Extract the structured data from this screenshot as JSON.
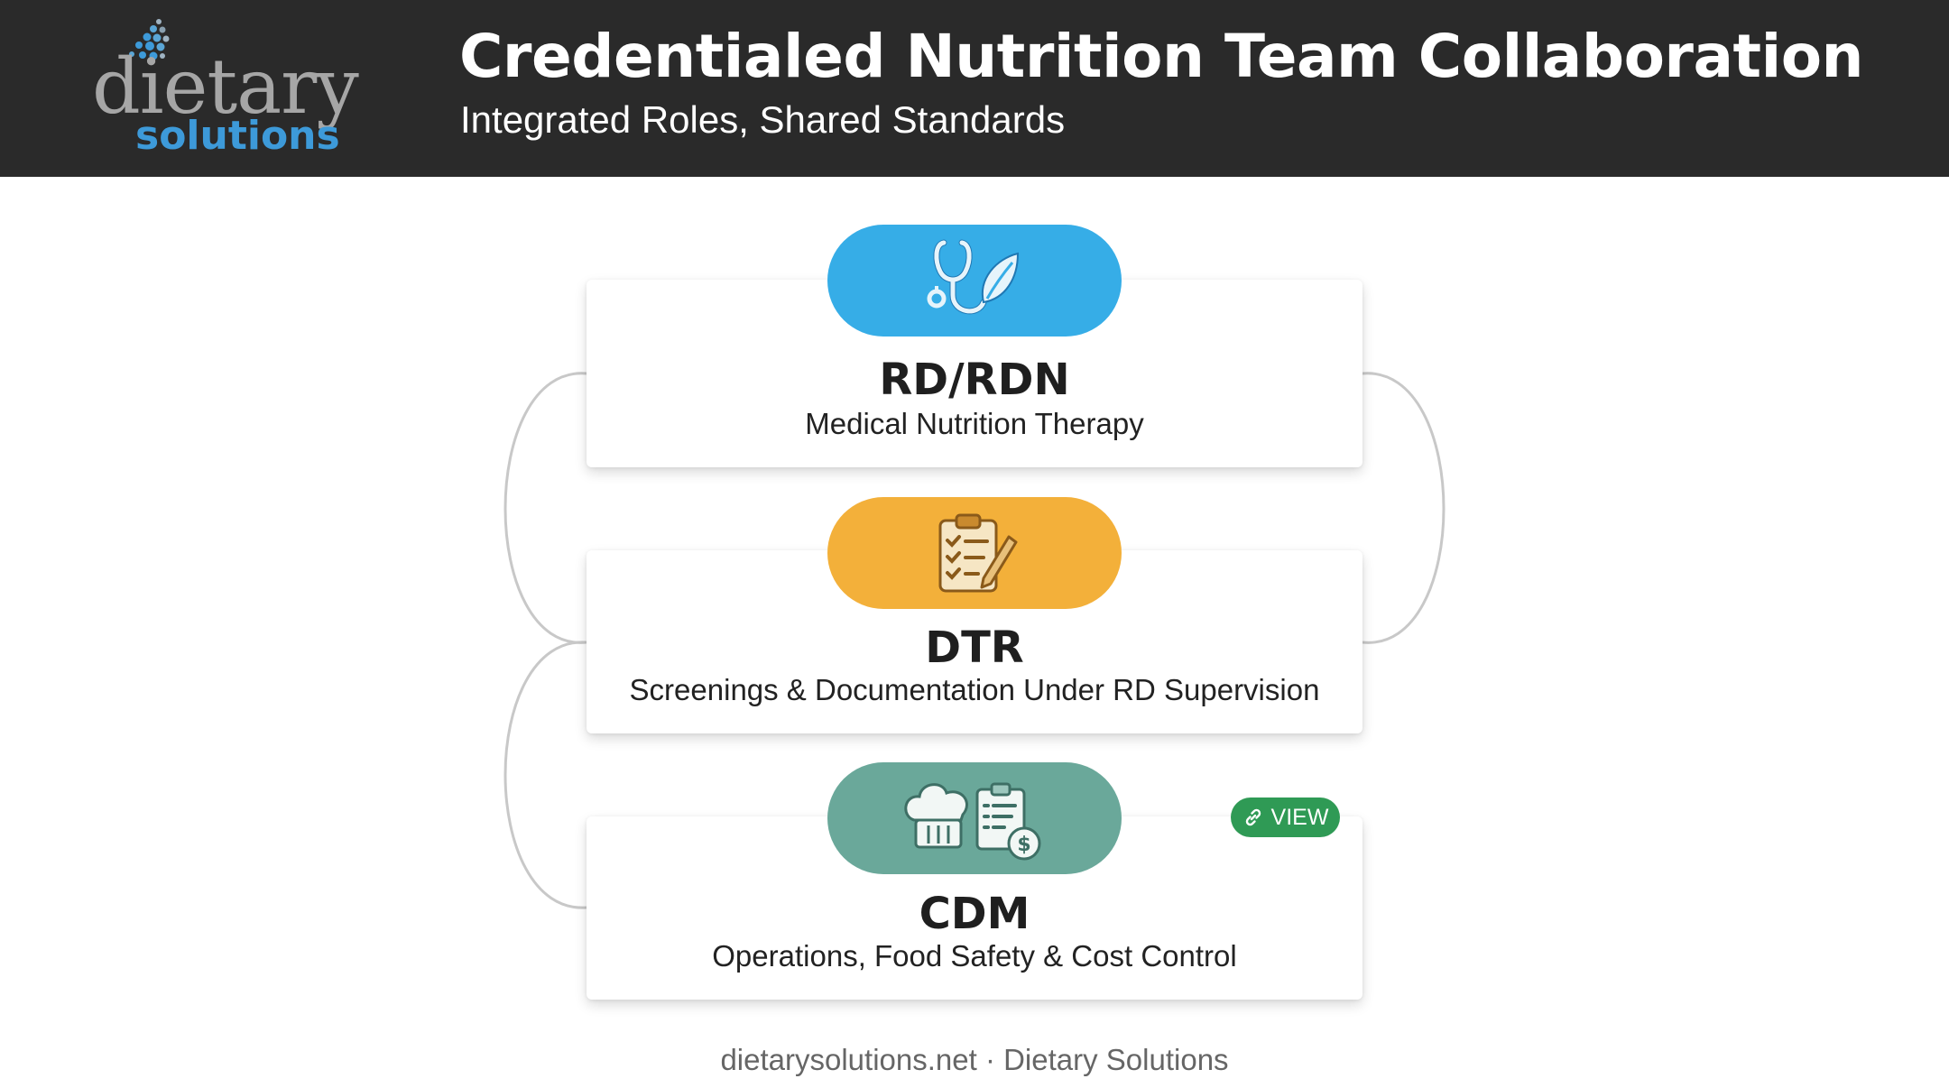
{
  "brand": {
    "logo_word": "dietary",
    "logo_sub": "solutions",
    "logo_word_color": "#a6a6a6",
    "logo_sub_color": "#3d9ad9"
  },
  "header": {
    "title": "Credentialed Nutrition Team Collaboration",
    "subtitle": "Integrated Roles, Shared Standards",
    "background": "#2a2a2a"
  },
  "roles": [
    {
      "name": "RD/RDN",
      "description": "Medical Nutrition Therapy",
      "color": "#36ade7",
      "icon": "stethoscope-leaf-icon"
    },
    {
      "name": "DTR",
      "description": "Screenings & Documentation Under RD Supervision",
      "color": "#f3b03a",
      "icon": "clipboard-checklist-icon"
    },
    {
      "name": "CDM",
      "description": "Operations, Food Safety & Cost Control",
      "color": "#6aa89a",
      "icon": "chef-hat-cost-icon"
    }
  ],
  "view_button": {
    "label": "VIEW",
    "icon": "link-icon",
    "color": "#2f9a55"
  },
  "footer": {
    "text": "dietarysolutions.net · Dietary Solutions"
  }
}
